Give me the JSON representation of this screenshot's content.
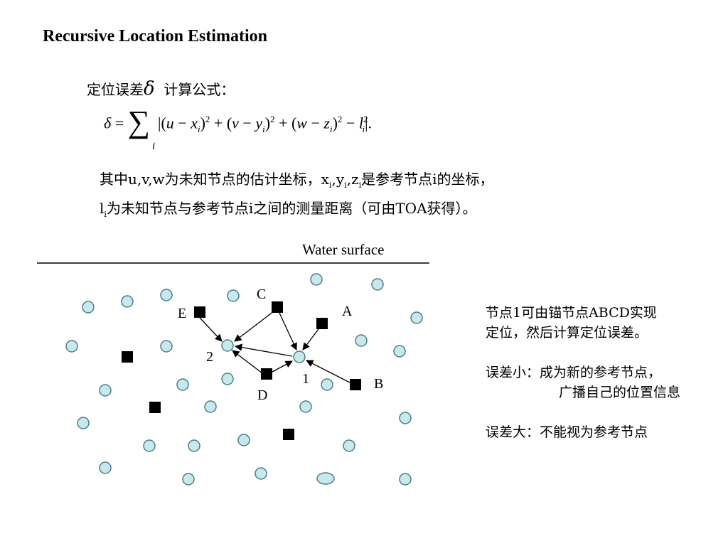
{
  "title": "Recursive Location Estimation",
  "formula_heading": {
    "prefix": "定位误差",
    "symbol": "δ",
    "suffix": "计算公式："
  },
  "formula": {
    "delta": "δ",
    "sum_symbol": "∑",
    "sum_index": "i",
    "vars": {
      "u": "u",
      "v": "v",
      "w": "w",
      "x": "x",
      "y": "y",
      "z": "z",
      "l": "l",
      "i": "i"
    },
    "exponent": "2"
  },
  "explanation": {
    "line1_a": "其中u,v,w为未知节点的估计坐标，",
    "x": "x",
    "y": "y",
    "z": "z",
    "sub": "i",
    "line1_b": "是参考节点i的坐标，",
    "l": "l",
    "line2": "为未知节点与参考节点i之间的测量距离（可由TOA获得）。"
  },
  "diagram": {
    "surface_label": "Water surface",
    "anchor_labels": {
      "A": "A",
      "B": "B",
      "C": "C",
      "D": "D",
      "E": "E"
    },
    "node_labels": {
      "n1": "1",
      "n2": "2"
    }
  },
  "side_notes": {
    "line1": "节点1可由锚节点ABCD实现",
    "line2": "定位，然后计算定位误差。",
    "small_label": "误差小：",
    "small_text1": "成为新的参考节点，",
    "small_text2": "广播自己的位置信息",
    "large_label": "误差大：",
    "large_text": "不能视为参考节点"
  }
}
